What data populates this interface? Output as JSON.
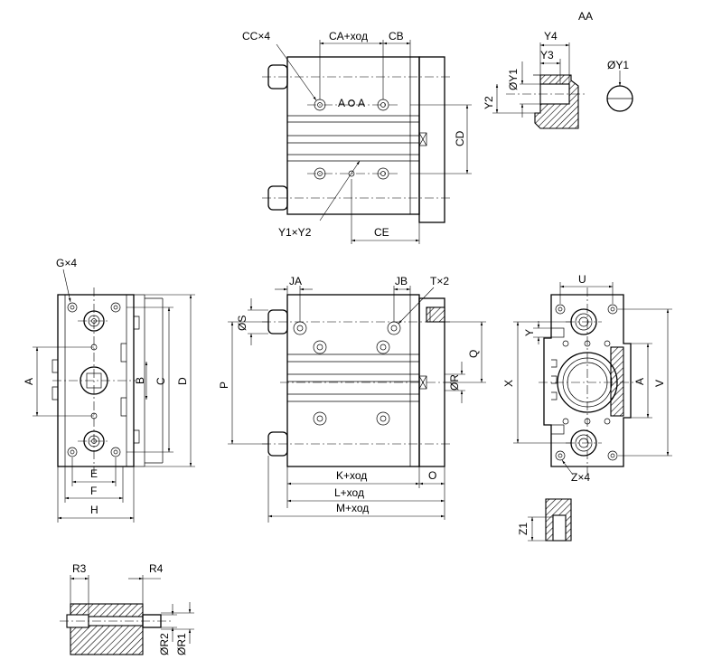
{
  "section_title": "AA",
  "labels": {
    "cc4": "CC×4",
    "ca_stroke": "CA+ход",
    "cb": "CB",
    "aa_mark": "A",
    "cd": "CD",
    "ce": "CE",
    "y1y2": "Y1×Y2",
    "y4": "Y4",
    "y3": "Y3",
    "dy1": "ØY1",
    "y2": "Y2",
    "g4": "G×4",
    "dim_a": "A",
    "dim_b": "B",
    "dim_c": "C",
    "dim_d": "D",
    "dim_e": "E",
    "dim_f": "F",
    "dim_h": "H",
    "ja": "JA",
    "jb": "JB",
    "t2": "T×2",
    "ds": "ØS",
    "dim_p": "P",
    "dim_q": "Q",
    "dr": "ØR",
    "k_stroke": "K+ход",
    "dim_o": "O",
    "l_stroke": "L+ход",
    "m_stroke": "M+ход",
    "dim_u": "U",
    "dim_y": "Y",
    "dim_x": "X",
    "dim_v": "V",
    "z4": "Z×4",
    "z1": "Z1",
    "r3": "R3",
    "r4": "R4",
    "dr2": "ØR2",
    "dr1": "ØR1"
  }
}
